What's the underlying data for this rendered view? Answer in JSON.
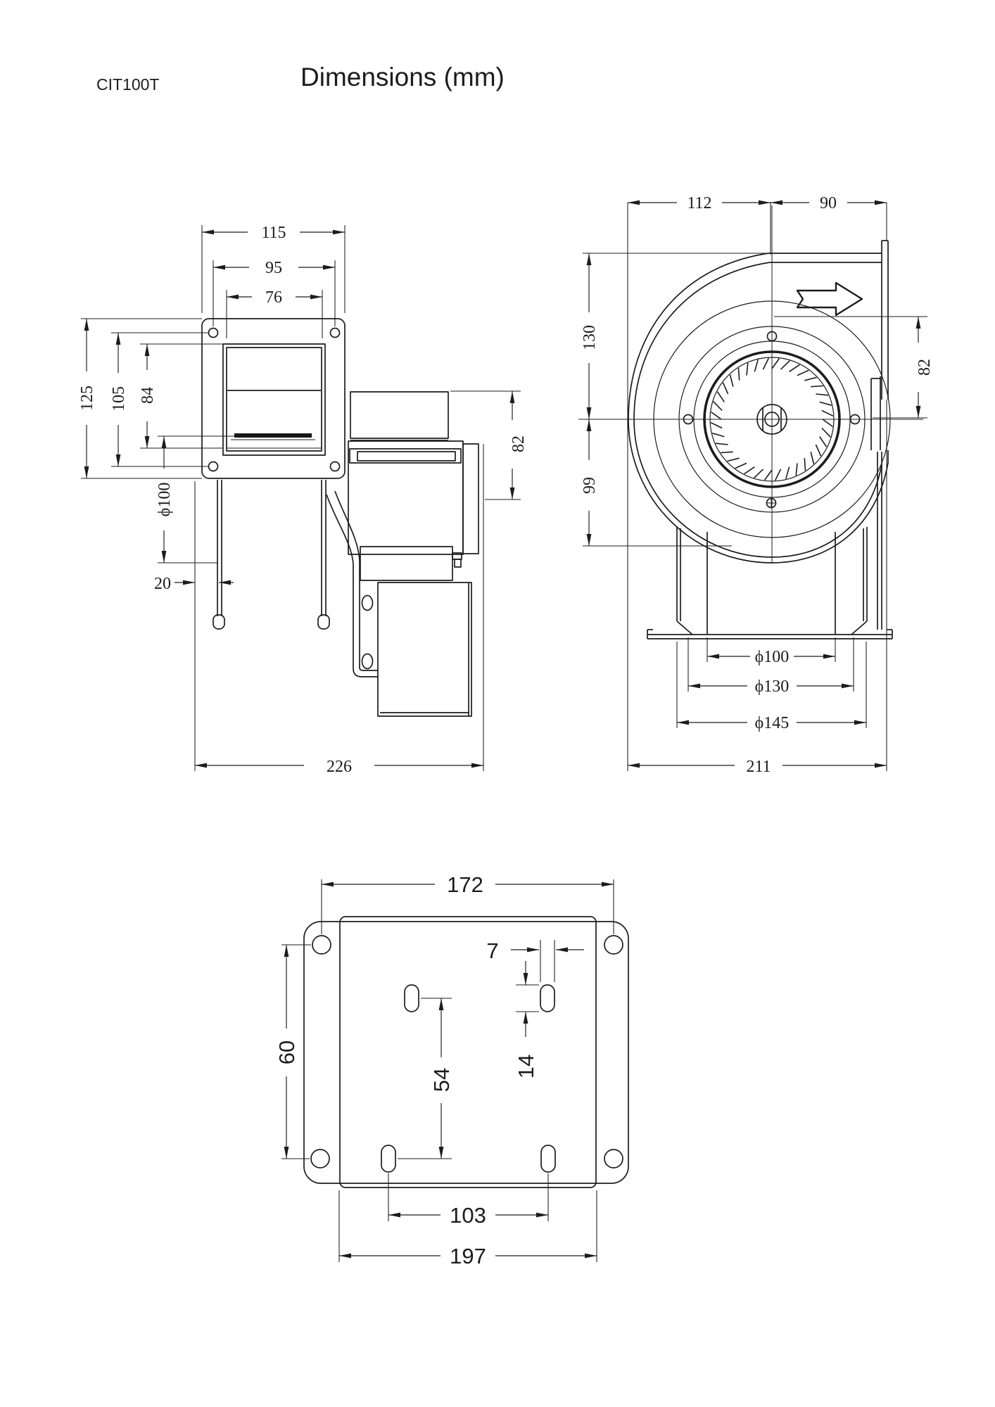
{
  "header": {
    "model": "CIT100T",
    "title": "Dimensions (mm)"
  },
  "side_view": {
    "flange_width": "115",
    "hole_pitch_width": "95",
    "inlet_width": "76",
    "flange_height": "125",
    "hole_pitch_height": "105",
    "inlet_height": "84",
    "inlet_diameter": "ϕ100",
    "flange_offset": "20",
    "outlet_height": "82",
    "overall_length": "226"
  },
  "front_view": {
    "center_to_back": "112",
    "center_to_outlet": "90",
    "center_to_top": "130",
    "center_to_base": "99",
    "outlet_opening": "82",
    "dia_inner": "ϕ100",
    "dia_middle": "ϕ130",
    "dia_outer": "ϕ145",
    "overall_width": "211"
  },
  "base_view": {
    "hole_pitch_x": "172",
    "slot_width": "7",
    "hole_pitch_y": "60",
    "slot_pitch_y": "54",
    "slot_length": "14",
    "slot_pitch_x": "103",
    "plate_length": "197"
  }
}
